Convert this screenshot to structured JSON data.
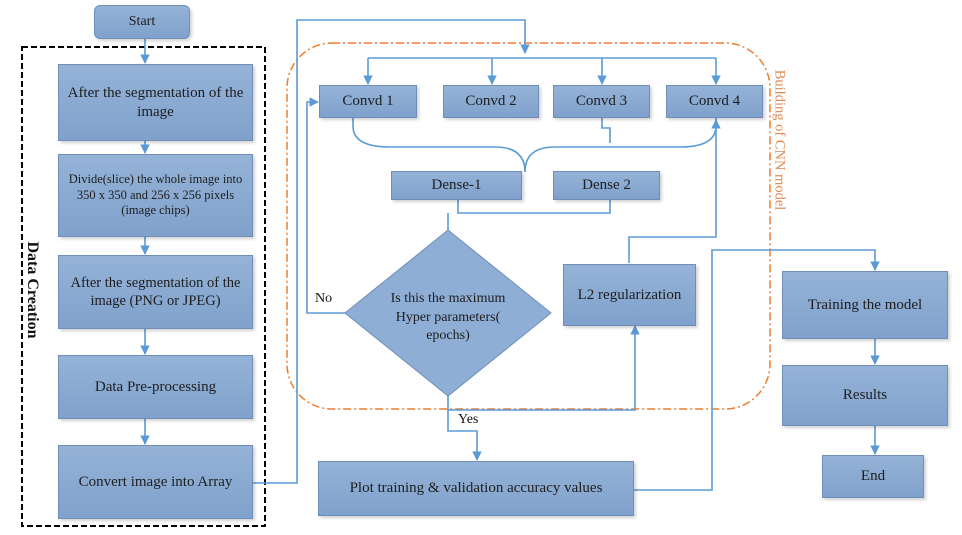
{
  "nodes": {
    "start": "Start",
    "after_seg_1": "After the segmentation of the image",
    "divide": "Divide(slice) the whole image into 350 x 350  and 256 x 256 pixels (image chips)",
    "after_seg_2": "After the segmentation of the image (PNG or JPEG)",
    "preprocessing": "Data Pre-processing",
    "convert": "Convert image into Array",
    "convd1": "Convd 1",
    "convd2": "Convd 2",
    "convd3": "Convd 3",
    "convd4": "Convd 4",
    "dense1": "Dense-1",
    "dense2": "Dense 2",
    "decision": "Is this the maximum Hyper parameters( epochs)",
    "l2": "L2 regularization",
    "plot": "Plot training & validation accuracy values",
    "training": "Training the model",
    "results": "Results",
    "end": "End"
  },
  "edge_labels": {
    "no": "No",
    "yes": "Yes"
  },
  "groups": {
    "data_creation": "Data Creation",
    "cnn": "Building of CNN model"
  },
  "colors": {
    "box_fill": "#8eaed5",
    "arrow": "#5b9bd5",
    "cnn_border": "#ed7d31",
    "data_border": "#000000"
  }
}
